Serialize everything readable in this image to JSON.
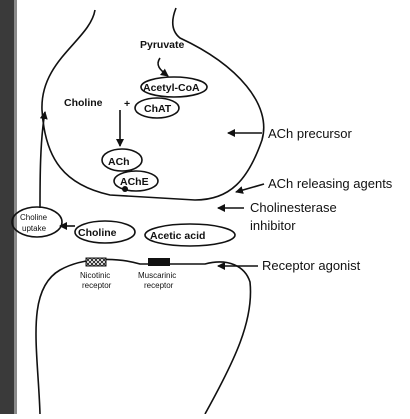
{
  "terminal": {
    "pyruvate": "Pyruvate",
    "choline": "Choline",
    "plus": "+",
    "acetyl_coa": "Acetyl-CoA",
    "chat": "ChAT",
    "ach": "ACh",
    "ache": "AChE"
  },
  "cleft": {
    "choline_uptake_line1": "Choline",
    "choline_uptake_line2": "uptake",
    "choline": "Choline",
    "acetic_acid": "Acetic acid"
  },
  "receptors": {
    "nicotinic_line1": "Nicotinic",
    "nicotinic_line2": "receptor",
    "muscarinic_line1": "Muscarinic",
    "muscarinic_line2": "receptor"
  },
  "annotations": {
    "ach_precursor": "ACh precursor",
    "ach_releasing": "ACh releasing agents",
    "cholinesterase_line1": "Cholinesterase",
    "cholinesterase_line2": "inhibitor",
    "receptor_agonist": "Receptor agonist"
  },
  "colors": {
    "ink": "#111111",
    "background": "#ffffff"
  }
}
